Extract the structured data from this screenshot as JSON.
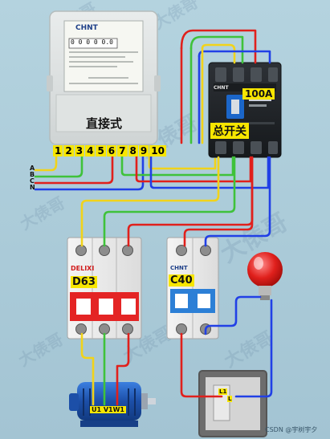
{
  "meter": {
    "brand": "CHNT",
    "label": "直接式",
    "terminals": [
      "1",
      "2",
      "3",
      "4",
      "5",
      "6",
      "7",
      "8",
      "9",
      "10"
    ],
    "reading": "0 0 0 0 0.0"
  },
  "phase_labels": [
    "A",
    "B",
    "C",
    "N"
  ],
  "main_switch": {
    "brand": "CHNT",
    "rating": "100A",
    "label": "总开关"
  },
  "breaker_left": {
    "brand": "DELIXI",
    "label": "D63"
  },
  "breaker_right": {
    "brand": "CHNT",
    "label": "C40"
  },
  "motor": {
    "terminals": "U1 V1W1"
  },
  "socket": {
    "terminals": [
      "L1",
      "L"
    ]
  },
  "watermarks": [
    "大俵哥",
    "大俵哥",
    "大俵哥",
    "大俵哥",
    "大俵哥",
    "大俵哥",
    "大俵哥",
    "大俵哥"
  ],
  "credit": "CSDN @宇树宇夕",
  "colors": {
    "red": "#e0201c",
    "yellow": "#f1d31a",
    "green": "#3fc23a",
    "blue": "#2140e6",
    "label_bg": "#f7e600"
  }
}
